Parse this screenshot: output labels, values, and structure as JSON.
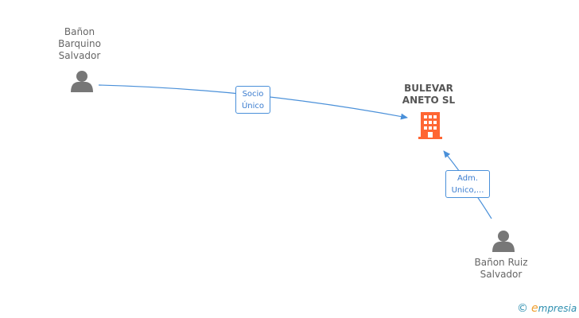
{
  "nodes": {
    "person_top": {
      "line1": "Bañon",
      "line2": "Barquino",
      "line3": "Salvador",
      "icon": "person-icon"
    },
    "company": {
      "line1": "BULEVAR",
      "line2": "ANETO SL",
      "icon": "building-icon",
      "color": "#ff6633"
    },
    "person_bottom": {
      "line1": "Bañon Ruiz",
      "line2": "Salvador",
      "icon": "person-icon"
    }
  },
  "edges": {
    "socio": {
      "line1": "Socio",
      "line2": "Único"
    },
    "adm": {
      "line1": "Adm.",
      "line2": "Unico,..."
    }
  },
  "colors": {
    "edge": "#4a90d9",
    "person": "#777777",
    "company": "#ff6633"
  },
  "footer": {
    "copyright": "©",
    "brand_first": "e",
    "brand_rest": "mpresia"
  }
}
